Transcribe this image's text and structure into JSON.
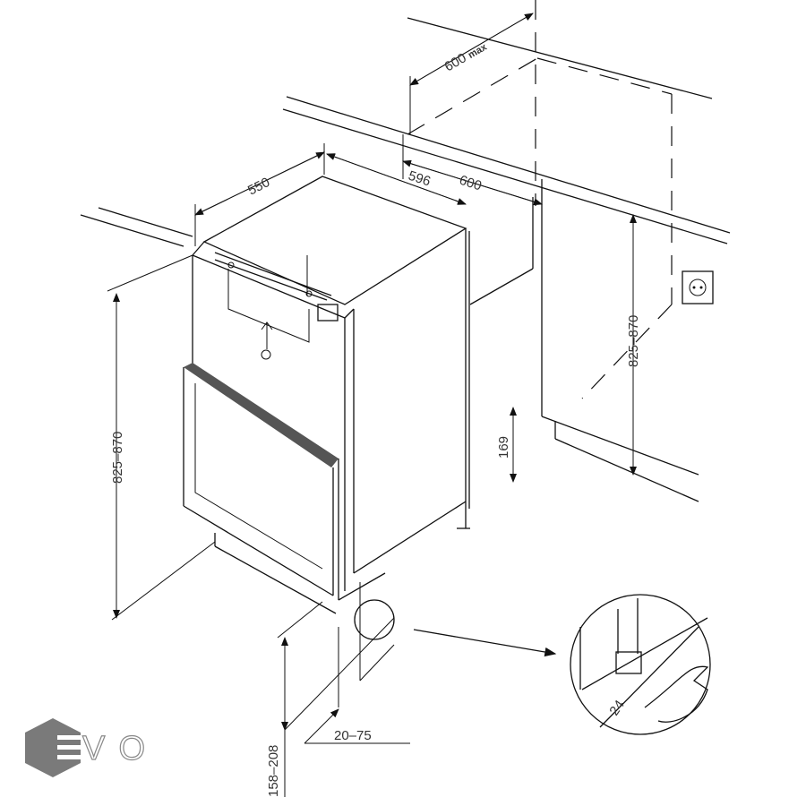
{
  "diagram": {
    "dimensions": {
      "niche_depth": "600",
      "niche_depth_suffix": "max",
      "appliance_depth": "550",
      "appliance_width": "596",
      "niche_width": "600",
      "appliance_height": "825–870",
      "niche_height": "825–870",
      "plinth_height": "169",
      "plinth_range": "158–208",
      "foot_offset": "20–75",
      "wrench_size": "24"
    },
    "logo": {
      "text": "EVO",
      "color": "#7a7a7a"
    }
  }
}
